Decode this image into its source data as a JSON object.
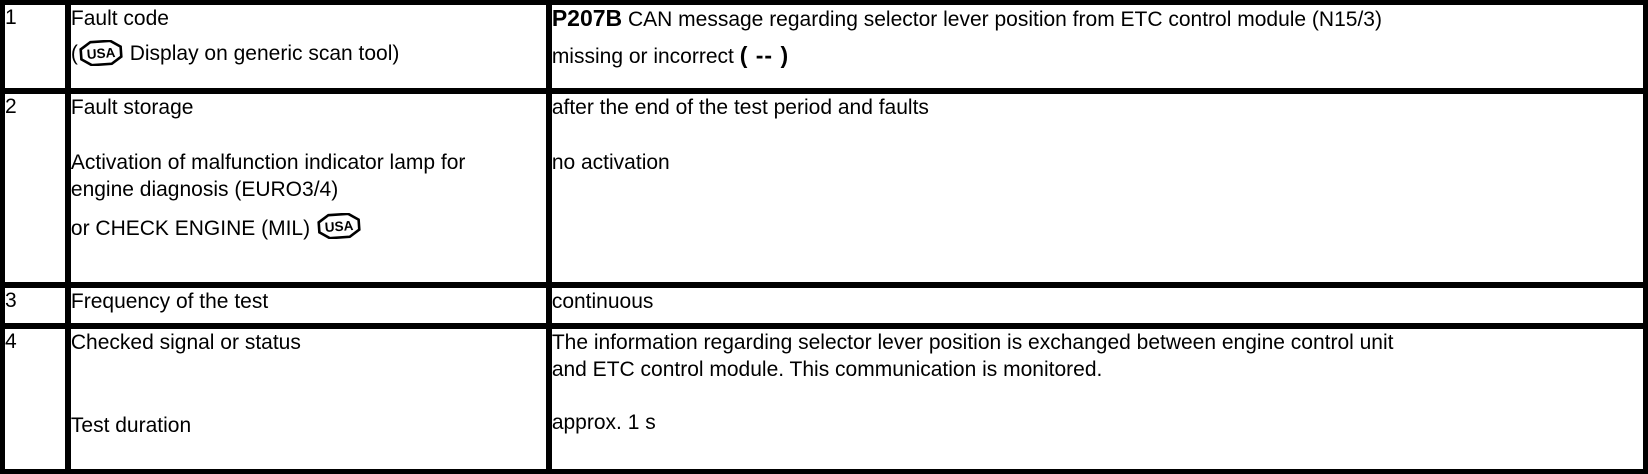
{
  "document": {
    "type": "diagnostic-fault-table",
    "row_count": 4
  },
  "icons": {
    "usa_badge_text": "USA",
    "usa_badge_name": "usa-market-symbol"
  },
  "colors": {
    "border": "#000000",
    "background": "#ffffff",
    "text": "#000000"
  },
  "rows": [
    {
      "number": "1",
      "label_line1": "Fault code",
      "label_line2_prefix": "(",
      "label_line2_suffix": " Display on generic scan tool)",
      "value_code": "P207B",
      "value_text_line1": " CAN message regarding selector lever position from ETC control module (N15/3)",
      "value_text_line2": "missing or incorrect ",
      "value_text_line2_bold": "( -- )"
    },
    {
      "number": "2",
      "label_line1": "Fault storage",
      "label_line2": "Activation of malfunction indicator lamp for",
      "label_line3": "engine diagnosis (EURO3/4)",
      "label_line4_prefix": "or CHECK ENGINE (MIL) ",
      "value_line1": "after the end of the test period and faults",
      "value_line2": "no activation"
    },
    {
      "number": "3",
      "label_line1": "Frequency of the test",
      "value_line1": "continuous"
    },
    {
      "number": "4",
      "label_line1": "Checked signal or status",
      "label_line2": "Test duration",
      "value_line1": "The information regarding selector lever position is exchanged between engine control unit",
      "value_line2": "and ETC control module. This communication is monitored.",
      "value_line3": "approx. 1 s"
    }
  ]
}
